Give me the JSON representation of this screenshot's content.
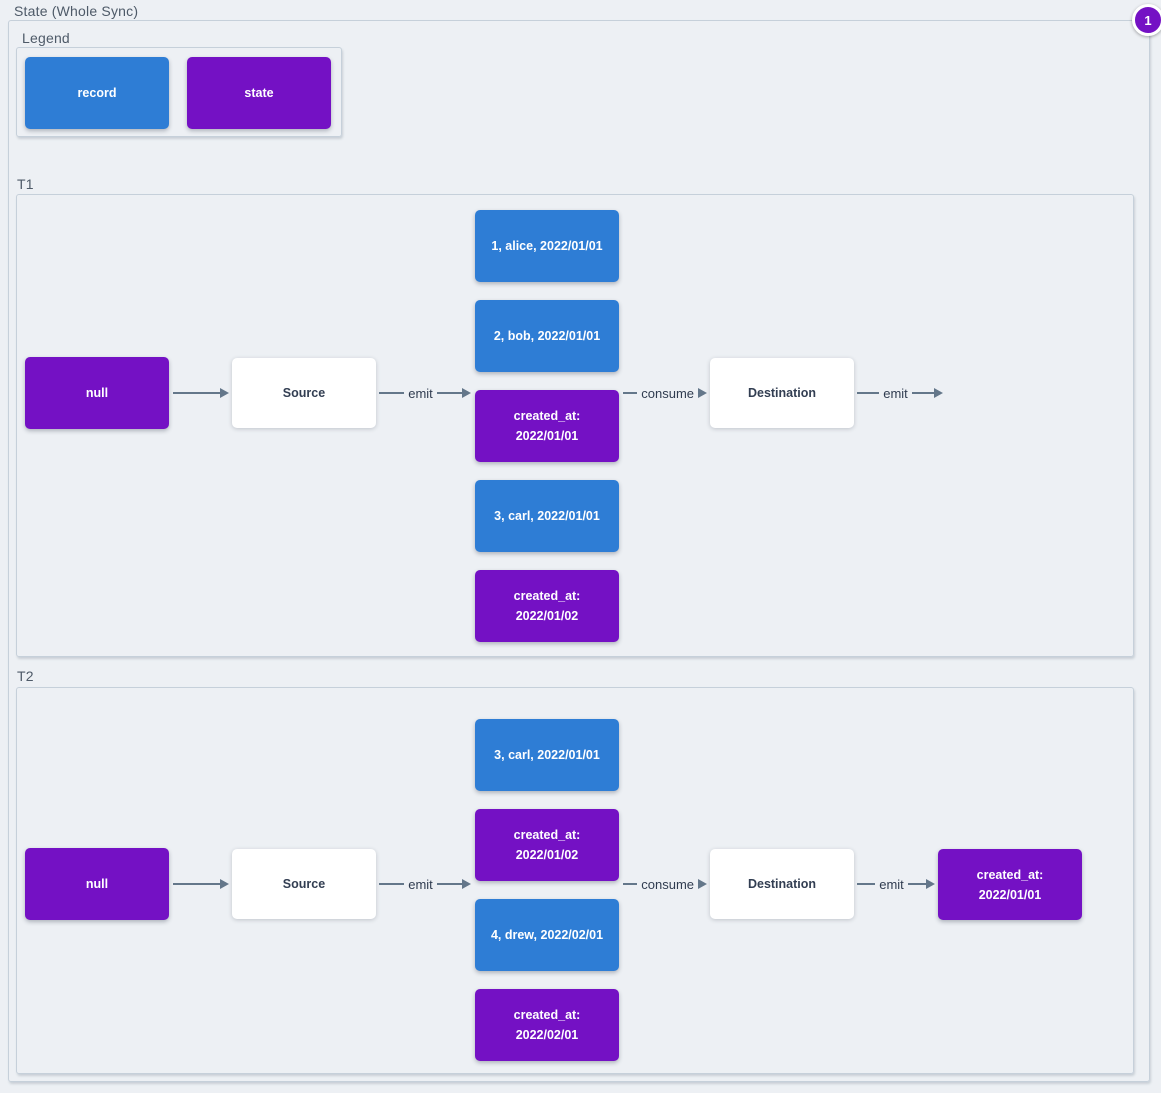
{
  "title": "State (Whole Sync)",
  "annotation_badge": "1",
  "colors": {
    "record": "#2e7dd5",
    "state": "#7411c4",
    "edge": "#64778a"
  },
  "legend": {
    "label": "Legend",
    "items": [
      {
        "text": "record",
        "type": "record"
      },
      {
        "text": "state",
        "type": "state"
      }
    ]
  },
  "sections": [
    {
      "label": "T1",
      "nodes": {
        "input": "null",
        "source": "Source",
        "destination": "Destination"
      },
      "edges": {
        "emit1": "emit",
        "consume": "consume",
        "emit2": "emit"
      },
      "stack": [
        {
          "text": "1, alice, 2022/01/01",
          "type": "record"
        },
        {
          "text": "2, bob, 2022/01/01",
          "type": "record"
        },
        {
          "text": "created_at:\n2022/01/01",
          "type": "state"
        },
        {
          "text": "3, carl, 2022/01/01",
          "type": "record"
        },
        {
          "text": "created_at:\n2022/01/02",
          "type": "state"
        }
      ]
    },
    {
      "label": "T2",
      "nodes": {
        "input": "null",
        "source": "Source",
        "destination": "Destination",
        "output": "created_at:\n2022/01/01",
        "output_type": "state"
      },
      "edges": {
        "emit1": "emit",
        "consume": "consume",
        "emit2": "emit"
      },
      "stack": [
        {
          "text": "3, carl, 2022/01/01",
          "type": "record"
        },
        {
          "text": "created_at:\n2022/01/02",
          "type": "state"
        },
        {
          "text": "4, drew, 2022/02/01",
          "type": "record"
        },
        {
          "text": "created_at:\n2022/02/01",
          "type": "state"
        }
      ]
    }
  ]
}
